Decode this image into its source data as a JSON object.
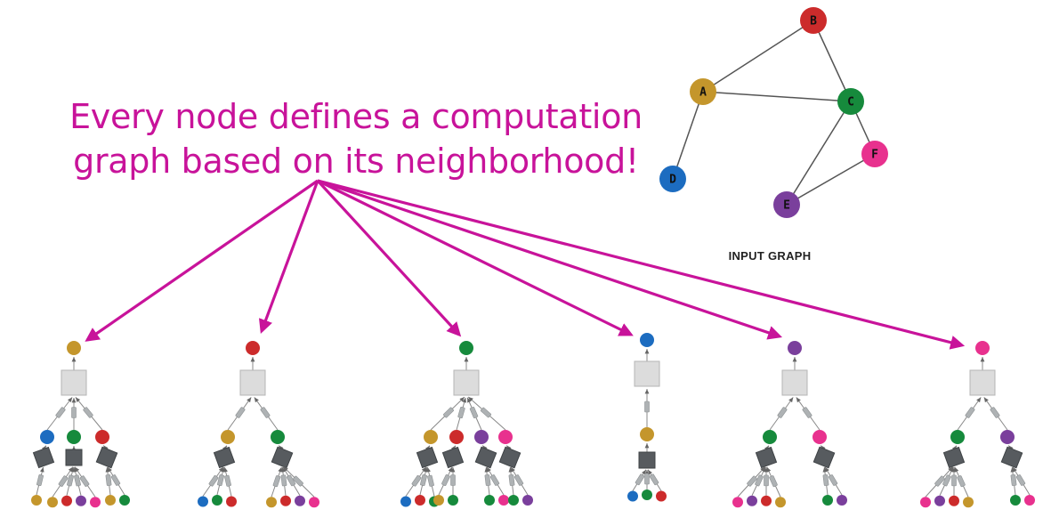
{
  "headline": {
    "line1": "Every node defines a computation",
    "line2": "graph based on its neighborhood!",
    "color": "#c8139a"
  },
  "input_graph": {
    "caption": "INPUT GRAPH",
    "nodes": [
      {
        "id": "A",
        "color": "#c4962c"
      },
      {
        "id": "B",
        "color": "#cc2b2b"
      },
      {
        "id": "C",
        "color": "#168a3c"
      },
      {
        "id": "D",
        "color": "#1c6cc0"
      },
      {
        "id": "E",
        "color": "#7a3f9c"
      },
      {
        "id": "F",
        "color": "#e8318e"
      }
    ],
    "edges": [
      [
        "A",
        "B"
      ],
      [
        "A",
        "C"
      ],
      [
        "B",
        "C"
      ],
      [
        "A",
        "D"
      ],
      [
        "C",
        "E"
      ],
      [
        "C",
        "F"
      ],
      [
        "E",
        "F"
      ]
    ]
  },
  "computation_graphs": [
    {
      "target": "A",
      "children": [
        {
          "node": "D",
          "leaves": [
            "A"
          ]
        },
        {
          "node": "C",
          "leaves": [
            "A",
            "B",
            "E",
            "F"
          ]
        },
        {
          "node": "B",
          "leaves": [
            "A",
            "C"
          ]
        }
      ]
    },
    {
      "target": "B",
      "children": [
        {
          "node": "A",
          "leaves": [
            "D",
            "C",
            "B"
          ]
        },
        {
          "node": "C",
          "leaves": [
            "A",
            "B",
            "E",
            "F"
          ]
        }
      ]
    },
    {
      "target": "C",
      "children": [
        {
          "node": "A",
          "leaves": [
            "D",
            "B",
            "C"
          ]
        },
        {
          "node": "B",
          "leaves": [
            "A",
            "C"
          ]
        },
        {
          "node": "E",
          "leaves": [
            "C",
            "F"
          ]
        },
        {
          "node": "F",
          "leaves": [
            "C",
            "E"
          ]
        }
      ]
    },
    {
      "target": "D",
      "children": [
        {
          "node": "A",
          "leaves": [
            "D",
            "C",
            "B"
          ]
        }
      ]
    },
    {
      "target": "E",
      "children": [
        {
          "node": "C",
          "leaves": [
            "F",
            "E",
            "B",
            "A"
          ]
        },
        {
          "node": "F",
          "leaves": [
            "C",
            "E"
          ]
        }
      ]
    },
    {
      "target": "F",
      "children": [
        {
          "node": "C",
          "leaves": [
            "F",
            "E",
            "B",
            "A"
          ]
        },
        {
          "node": "E",
          "leaves": [
            "C",
            "F"
          ]
        }
      ]
    }
  ]
}
